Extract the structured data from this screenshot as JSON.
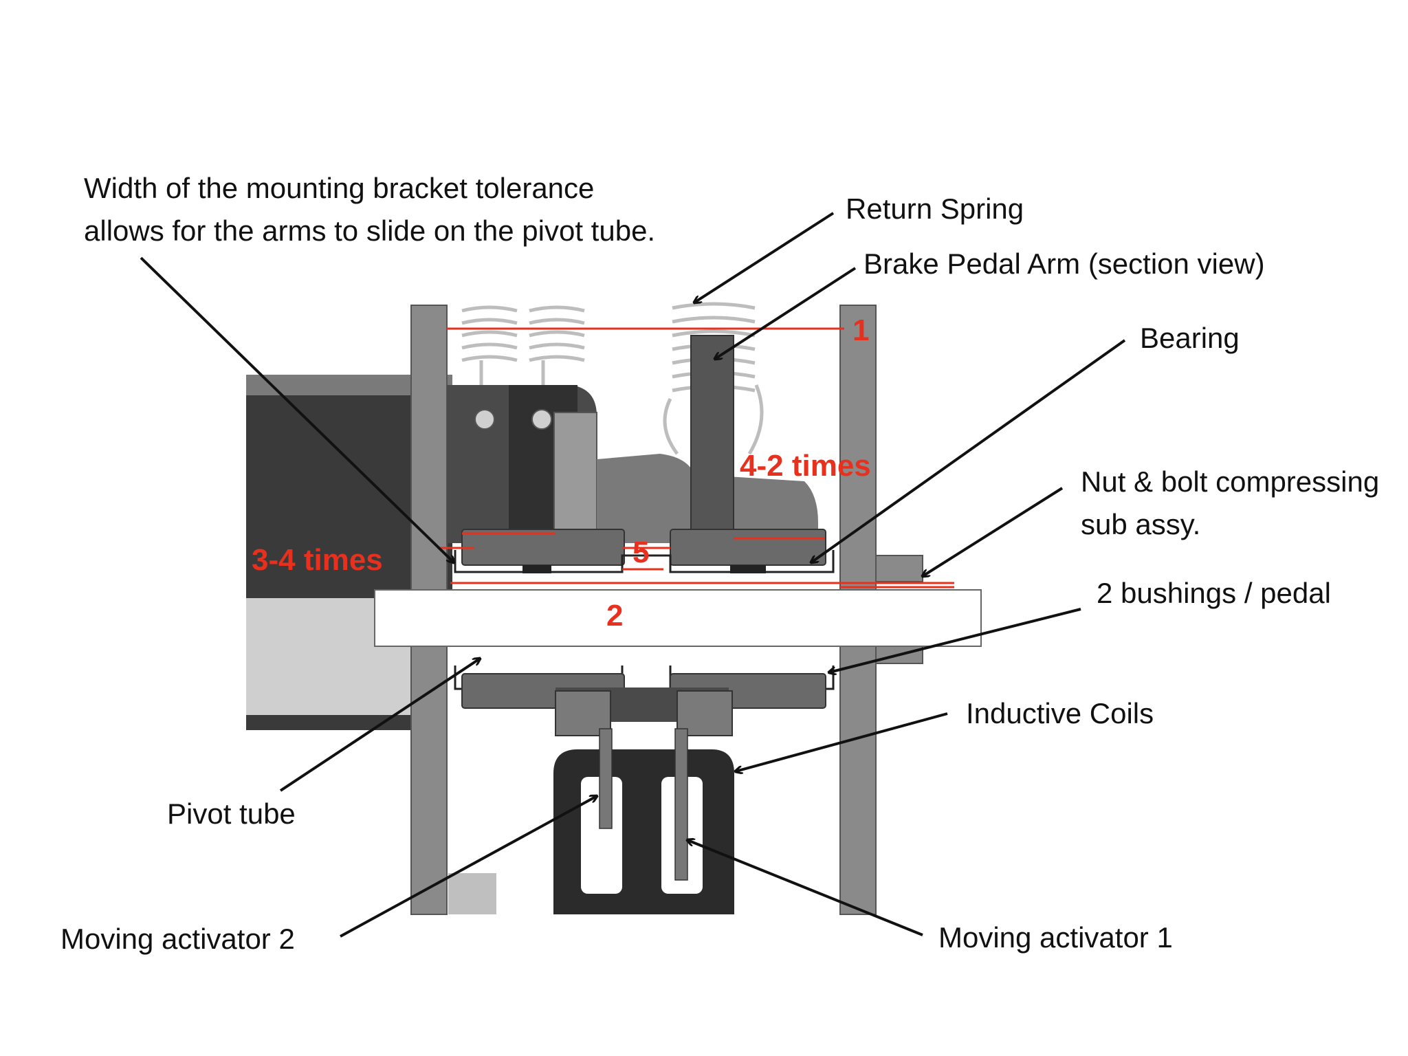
{
  "colors": {
    "background": "#ffffff",
    "dark_part": "#3a3a3a",
    "mid_part": "#6f6f6f",
    "light_part": "#c8c8c8",
    "frame": "#8a8a8a",
    "dimension_red": "#e8301e",
    "arrow": "#111111",
    "label": "#111111"
  },
  "callouts": {
    "bracket_tolerance_line1": "Width of the mounting bracket tolerance",
    "bracket_tolerance_line2": "allows for the arms to slide on the pivot tube.",
    "return_spring": "Return Spring",
    "brake_pedal_arm": "Brake Pedal Arm (section view)",
    "bearing": "Bearing",
    "nut_bolt_line1": "Nut & bolt compressing",
    "nut_bolt_line2": "sub assy.",
    "bushings": "2 bushings / pedal",
    "inductive_coils": "Inductive Coils",
    "pivot_tube": "Pivot tube",
    "moving_activator_2": "Moving activator 2",
    "moving_activator_1": "Moving activator 1"
  },
  "dimensions": {
    "d1": "1",
    "d2": "2",
    "d3": "3-4 times",
    "d4": "4-2 times",
    "d5": "5"
  }
}
